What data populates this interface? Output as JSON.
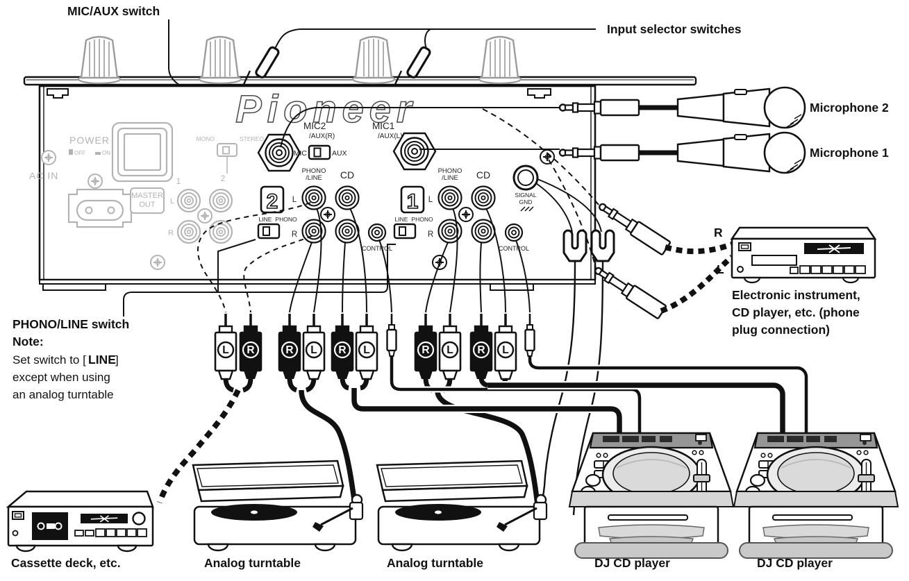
{
  "annotations": {
    "mic_aux_switch": "MIC/AUX switch",
    "input_selector_switches": "Input selector switches",
    "microphone2": "Microphone 2",
    "microphone1": "Microphone 1",
    "instrument_r": "R",
    "instrument_l": "L",
    "instrument_caption": [
      "Electronic instrument,",
      "CD player, etc. (phone",
      "plug connection)"
    ],
    "note_title": "PHONO/LINE switch",
    "note_heading": "Note:",
    "note_line1_pre": "Set switch to [",
    "note_line1_bold": "LINE",
    "note_line1_post": "]",
    "note_line2": "except when using",
    "note_line3": "an analog turntable",
    "caption_cassette": "Cassette deck, etc.",
    "caption_turntable1": "Analog turntable",
    "caption_turntable2": "Analog turntable",
    "caption_cdj1": "DJ CD player",
    "caption_cdj2": "DJ CD player"
  },
  "panel": {
    "brand": "Pioneer",
    "power": "POWER",
    "power_off": "OFF",
    "power_on": "ON",
    "ac_in": "AC IN",
    "master_out": [
      "MASTER",
      "OUT"
    ],
    "master_num1": "1",
    "master_num2": "2",
    "master_l": "L",
    "master_r": "R",
    "mono": "MONO",
    "stereo": "STEREO",
    "mic2": "MIC2",
    "mic2_sub": "/AUX(R)",
    "mic1": "MIC1",
    "mic1_sub": "/AUX(L)",
    "mic": "MIC",
    "aux": "AUX",
    "signal": "SIGNAL",
    "gnd": "GND",
    "ch2": {
      "badge": "2",
      "phono": "PHONO",
      "line_sub": "/LINE",
      "cd": "CD",
      "l": "L",
      "r": "R",
      "sw_line": "LINE",
      "sw_phono": "PHONO",
      "control": "CONTROL"
    },
    "ch1": {
      "badge": "1",
      "phono": "PHONO",
      "line_sub": "/LINE",
      "cd": "CD",
      "l": "L",
      "r": "R",
      "sw_line": "LINE",
      "sw_phono": "PHONO",
      "control": "CONTROL"
    }
  },
  "plug_labels": {
    "p1": "L",
    "p2": "R",
    "p3": "R",
    "p4": "L",
    "p5": "R",
    "p6": "L",
    "p8": "R",
    "p9": "L",
    "p10": "R",
    "p11": "L"
  },
  "colors": {
    "ink": "#111111",
    "panel_gray": "#b3b3b3"
  }
}
